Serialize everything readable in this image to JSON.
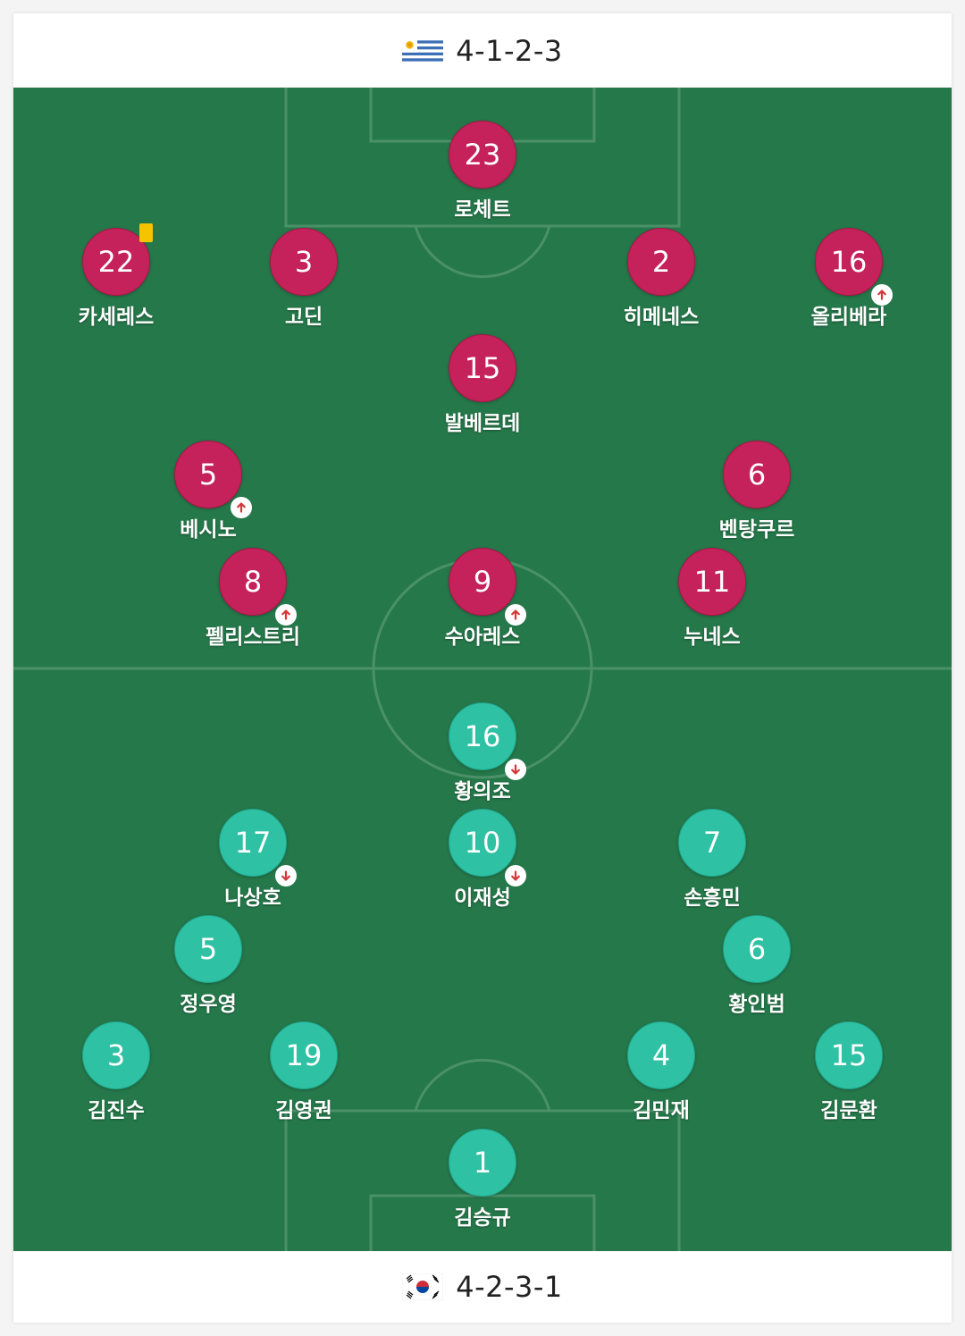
{
  "home": {
    "formation": "4-1-2-3",
    "flag_icon": "uruguay-flag-icon",
    "color": "#c5215a",
    "players": [
      {
        "number": "23",
        "name": "로체트"
      },
      {
        "number": "22",
        "name": "카세레스",
        "yellow_card": true
      },
      {
        "number": "3",
        "name": "고딘"
      },
      {
        "number": "2",
        "name": "히메네스"
      },
      {
        "number": "16",
        "name": "올리베라",
        "sub": "up"
      },
      {
        "number": "15",
        "name": "발베르데"
      },
      {
        "number": "5",
        "name": "베시노",
        "sub": "up"
      },
      {
        "number": "6",
        "name": "벤탕쿠르"
      },
      {
        "number": "8",
        "name": "펠리스트리",
        "sub": "up"
      },
      {
        "number": "9",
        "name": "수아레스",
        "sub": "up"
      },
      {
        "number": "11",
        "name": "누네스"
      }
    ]
  },
  "away": {
    "formation": "4-2-3-1",
    "flag_icon": "south-korea-flag-icon",
    "color": "#2ec1a3",
    "players": [
      {
        "number": "16",
        "name": "황의조",
        "sub": "down"
      },
      {
        "number": "17",
        "name": "나상호",
        "sub": "down"
      },
      {
        "number": "10",
        "name": "이재성",
        "sub": "down"
      },
      {
        "number": "7",
        "name": "손흥민"
      },
      {
        "number": "5",
        "name": "정우영"
      },
      {
        "number": "6",
        "name": "황인범"
      },
      {
        "number": "3",
        "name": "김진수"
      },
      {
        "number": "19",
        "name": "김영권"
      },
      {
        "number": "4",
        "name": "김민재"
      },
      {
        "number": "15",
        "name": "김문환"
      },
      {
        "number": "1",
        "name": "김승규"
      }
    ]
  }
}
